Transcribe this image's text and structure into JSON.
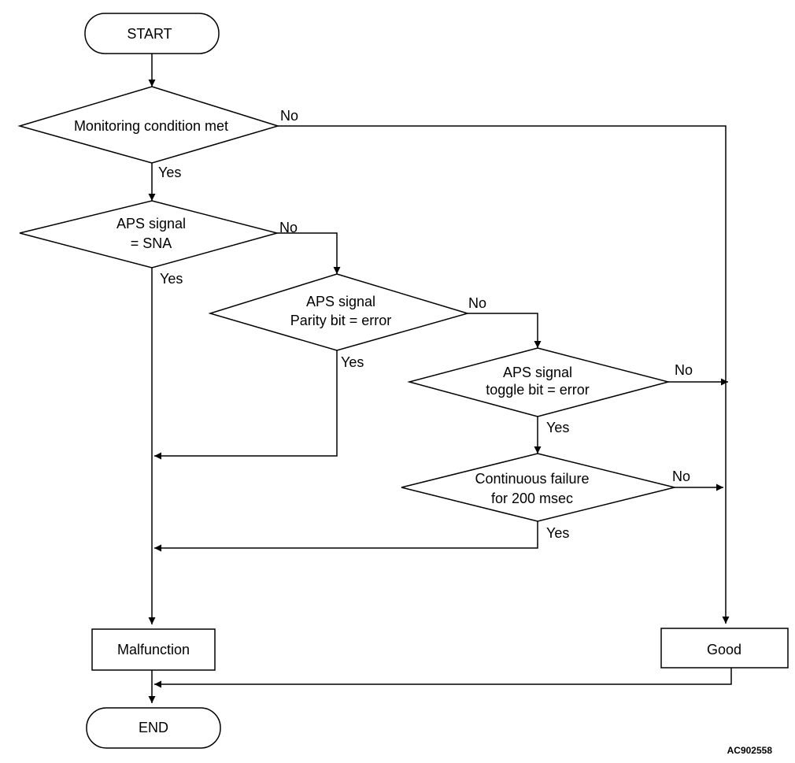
{
  "nodes": {
    "start": "START",
    "monitoring": "Monitoring condition met",
    "aps_sna_l1": "APS signal",
    "aps_sna_l2": "= SNA",
    "parity_l1": "APS signal",
    "parity_l2": "Parity bit = error",
    "toggle_l1": "APS signal",
    "toggle_l2": "toggle bit = error",
    "continuous_l1": "Continuous failure",
    "continuous_l2": "for 200 msec",
    "malfunction": "Malfunction",
    "good": "Good",
    "end": "END"
  },
  "labels": {
    "yes": "Yes",
    "no": "No"
  },
  "figure_code": "AC902558",
  "colors": {
    "stroke": "#000000",
    "background": "#ffffff"
  }
}
